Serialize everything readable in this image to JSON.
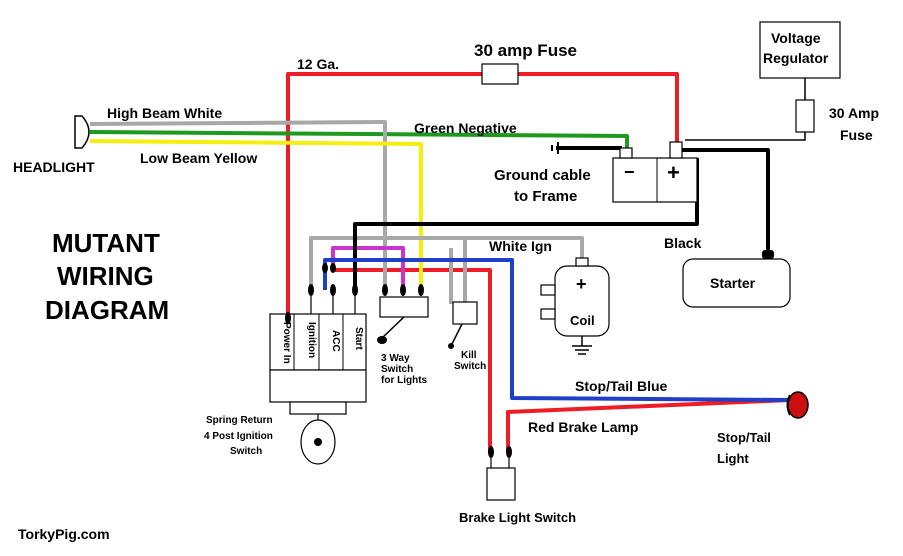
{
  "title": {
    "line1": "MUTANT",
    "line2": "WIRING",
    "line3": "DIAGRAM"
  },
  "credit": "TorkyPig.com",
  "labels": {
    "headlight": "HEADLIGHT",
    "high_beam": "High Beam White",
    "low_beam": "Low Beam Yellow",
    "gauge": "12 Ga.",
    "fuse_main": "30  amp Fuse",
    "green_negative": "Green Negative",
    "ground_cable_1": "Ground cable",
    "ground_cable_2": "to Frame",
    "battery_minus": "−",
    "battery_plus": "+",
    "voltage_reg_1": "Voltage",
    "voltage_reg_2": "Regulator",
    "fuse_reg_1": "30 Amp",
    "fuse_reg_2": "Fuse",
    "black": "Black",
    "starter": "Starter",
    "white_ign": "White Ign",
    "coil": "Coil",
    "coil_plus": "+",
    "stop_tail_blue": "Stop/Tail Blue",
    "red_brake_lamp": "Red Brake Lamp",
    "stop_tail_light_1": "Stop/Tail",
    "stop_tail_light_2": "Light",
    "brake_switch": "Brake Light Switch",
    "kill_switch_1": "Kill",
    "kill_switch_2": "Switch",
    "three_way_1": "3 Way",
    "three_way_2": "Switch",
    "three_way_3": "for Lights",
    "ign_switch_1": "Spring Return",
    "ign_switch_2": "4 Post Ignition",
    "ign_switch_3": "Switch",
    "terminals": [
      "Power In",
      "Ignition",
      "ACC",
      "Start"
    ]
  },
  "wire_colors": {
    "red": "#ee1c24",
    "gray": "#a8a8a8",
    "green": "#1d9a1d",
    "yellow": "#f5ee10",
    "black": "#000000",
    "blue": "#1f3fc8",
    "magenta": "#cc33cc"
  }
}
